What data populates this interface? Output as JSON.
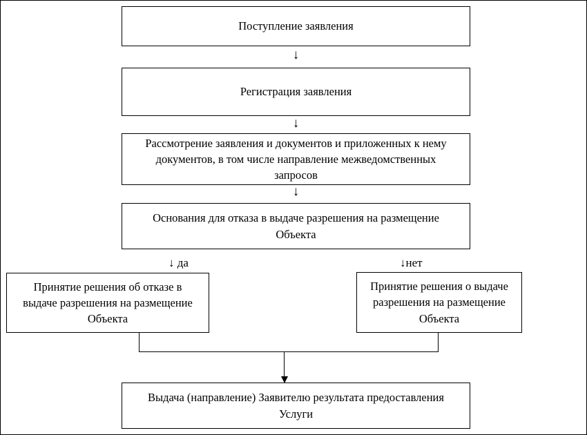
{
  "flowchart": {
    "boxes": {
      "receipt": "Поступление заявления",
      "registration": "Регистрация заявления",
      "review": "Рассмотрение заявления и документов и приложенных к нему документов, в том числе направление межведомственных запросов",
      "grounds": "Основания для отказа в выдаче разрешения на размещение Объекта",
      "refusal": "Принятие решения об отказе в выдаче разрешения на размещение Объекта",
      "approval": "Принятие решения о выдаче разрешения на размещение Объекта",
      "result": "Выдача (направление) Заявителю результата предоставления Услуги"
    },
    "arrows": {
      "down": "↓",
      "yes": "↓ да",
      "no": "↓нет"
    },
    "colors": {
      "line": "#000000",
      "background": "#ffffff",
      "text": "#000000"
    }
  }
}
